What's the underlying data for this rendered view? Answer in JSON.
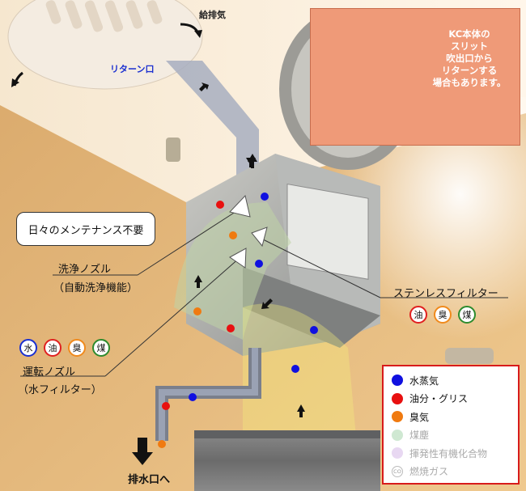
{
  "labels": {
    "supply_exhaust": "給排気",
    "return_port": "リターン口",
    "no_daily_maintenance": "日々のメンテナンス不要",
    "wash_nozzle": "洗浄ノズル",
    "wash_nozzle_sub": "（自動洗浄機能）",
    "stainless_filter": "ステンレスフィルター",
    "run_nozzle": "運転ノズル",
    "run_nozzle_sub": "（水フィルター）",
    "drain": "排水口へ"
  },
  "inset": {
    "lines": [
      "KC本体の",
      "スリット",
      "吹出口から",
      "リターンする",
      "場合もあります。"
    ]
  },
  "filter_badges": [
    {
      "char": "油",
      "color": "#e02020"
    },
    {
      "char": "臭",
      "color": "#f08a1c"
    },
    {
      "char": "煤",
      "color": "#2e8b2e"
    }
  ],
  "nozzle_badges": [
    {
      "char": "水",
      "color": "#1a2fd0"
    },
    {
      "char": "油",
      "color": "#e02020"
    },
    {
      "char": "臭",
      "color": "#f08a1c"
    },
    {
      "char": "煤",
      "color": "#2e8b2e"
    }
  ],
  "legend": [
    {
      "label": "水蒸気",
      "color": "#1010e0",
      "faded": false
    },
    {
      "label": "油分・グリス",
      "color": "#e81010",
      "faded": false
    },
    {
      "label": "臭気",
      "color": "#f07a10",
      "faded": false
    },
    {
      "label": "煤塵",
      "color": "#cfe8d2",
      "faded": true
    },
    {
      "label": "揮発性有機化合物",
      "color": "#e8d8f2",
      "faded": true
    },
    {
      "label": "燃焼ガス",
      "icon": "co",
      "co_text": "CO",
      "faded": true
    }
  ],
  "colors": {
    "water_vapor": "#1010e0",
    "oil_grease": "#e81010",
    "odor": "#f07a10",
    "legend_border": "#d81b1b",
    "inset_bg": "#ef9a78"
  }
}
